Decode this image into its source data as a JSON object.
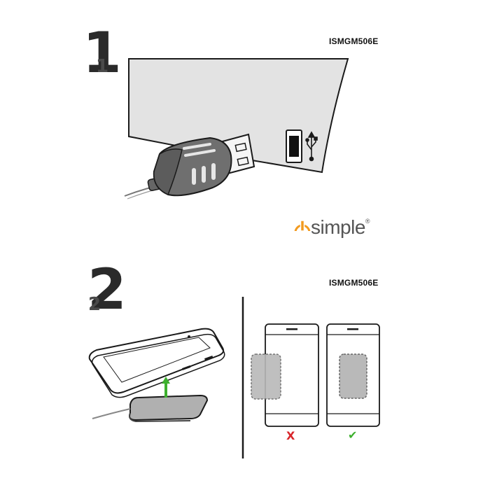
{
  "steps": [
    {
      "number": "1",
      "sub": "1",
      "model": "ISMGM506E"
    },
    {
      "number": "2",
      "sub": "2",
      "model": "ISMGM506E"
    }
  ],
  "brand": {
    "name": "simple",
    "mark": "®",
    "accent_color": "#f29a1f"
  },
  "placement": {
    "wrong": {
      "mark": "X",
      "color": "#d8262b"
    },
    "right": {
      "mark": "✔",
      "color": "#3db02e"
    }
  },
  "icons": [
    "usb-port-icon",
    "usb-symbol-icon",
    "power-logo-icon",
    "charging-arrow-icon"
  ],
  "colors": {
    "adapter": "#6f6f6f",
    "pad_fill": "#b9b9b9",
    "line": "#1a1a1a"
  }
}
